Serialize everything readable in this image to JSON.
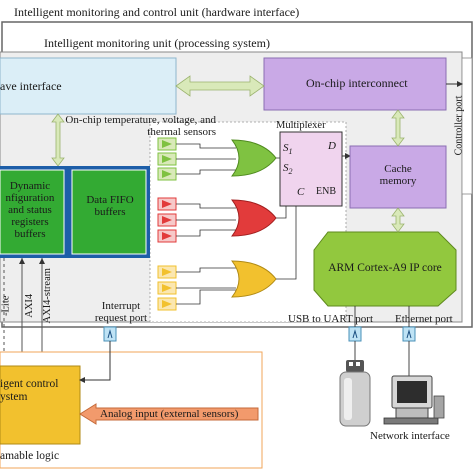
{
  "outer_title": "Intelligent monitoring and control unit (hardware interface)",
  "inner_title": "Intelligent monitoring unit (processing system)",
  "slave_interface": "ave interface",
  "onchip_interconnect": "On-chip interconnect",
  "controller_port": "Controller port",
  "sensors_label": "On-chip temperature, voltage, and thermal sensors",
  "multiplexer": {
    "title": "Multiplexer",
    "s1": "S",
    "s1_sub": "1",
    "s2": "S",
    "s2_sub": "2",
    "d": "D",
    "c": "C",
    "enb": "ENB"
  },
  "dynamic_block": "Dynamic\nnfiguration\nand status\nregisters\nbuffers",
  "fifo_block": "Data FIFO\nbuffers",
  "cache_memory": "Cache\nmemory",
  "arm_core": "ARM Cortex-A9 IP core",
  "axi4": "AXI4",
  "axi4_stream": "AXI4-stream",
  "axi_lite": "-Lite",
  "interrupt_port": "Interrupt\nrequest port",
  "usb_uart": "USB to UART port",
  "ethernet": "Ethernet port",
  "control_block": "igent control\nystem",
  "analog_input": "Analog input (external sensors)",
  "programmable": "amable logic",
  "network_interface": "Network interface",
  "colors": {
    "slave_fill": "#dbeef7",
    "interconnect_fill": "#c9a9e6",
    "cache_fill": "#c9a9e6",
    "arm_fill": "#92c83e",
    "blue_block": "#1d5ea8",
    "green_block": "#33aa33",
    "yellow_block": "#f2c12e",
    "orange_arrow": "#f29a6c",
    "gate_green": "#7fc241",
    "gate_red": "#e23b3b",
    "gate_yellow": "#f2c12e",
    "arrow_green": "#d9e9b9"
  }
}
